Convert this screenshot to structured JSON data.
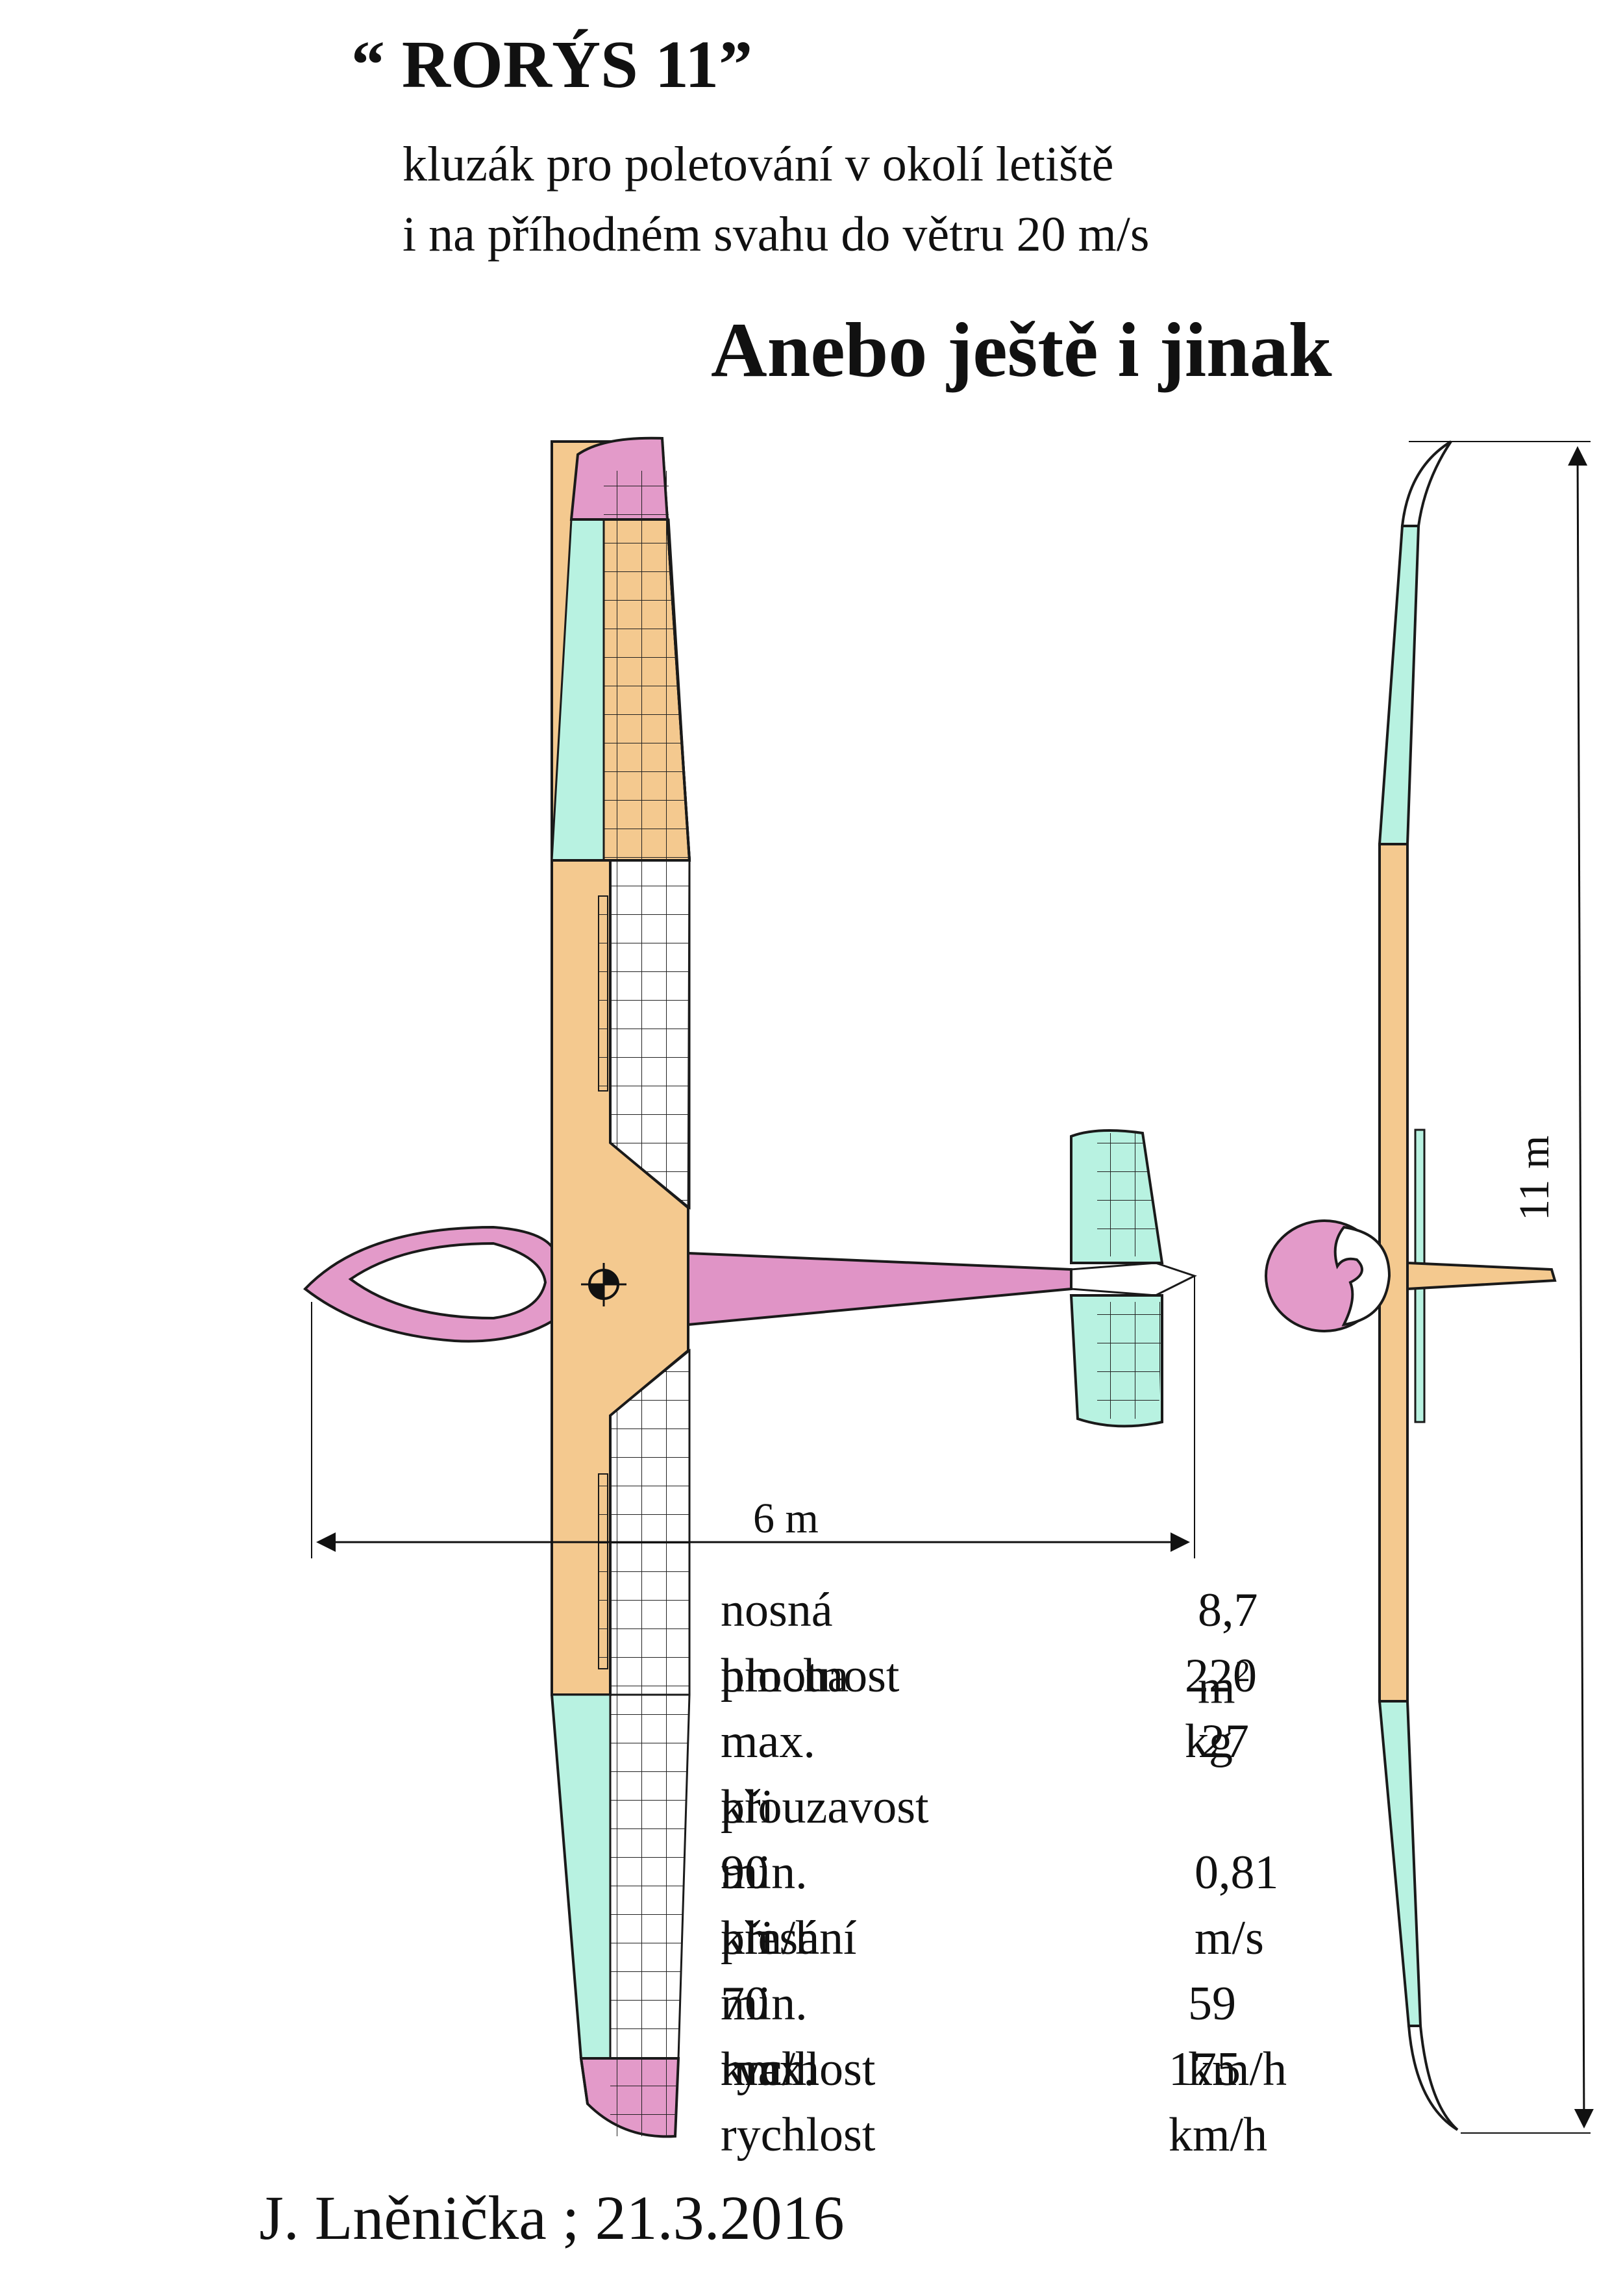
{
  "title": "“ RORÝS 11”",
  "subtitle_line1": "kluzák pro poletování v okolí letiště",
  "subtitle_line2": "i na příhodném svahu do větru 20 m/s",
  "heading": "Anebo ještě i jinak",
  "dimensions": {
    "length": "6 m",
    "span": "11 m"
  },
  "specs": [
    {
      "label": "nosná plocha",
      "value": "8,7 m",
      "sup": "2"
    },
    {
      "label": "hmotnost",
      "value": "220 kg"
    },
    {
      "label": "max. klouzavost",
      "value": "27"
    },
    {
      "label": "při 90 km/h",
      "value": ""
    },
    {
      "label": "min. klesání",
      "value": "0,81 m/s"
    },
    {
      "label": "při 70 km/h",
      "value": ""
    },
    {
      "label": "min. rychlost",
      "value": "59 km/h"
    },
    {
      "label": "max. rychlost",
      "value": "175 km/h"
    }
  ],
  "author": "J. Lněnička ; 21.3.2016",
  "colors": {
    "wing_tip": "#e39ac9",
    "aileron": "#b8f2e1",
    "center_wing": "#f4c98f",
    "fuselage": "#e094c6",
    "line": "#1a1a1a"
  }
}
